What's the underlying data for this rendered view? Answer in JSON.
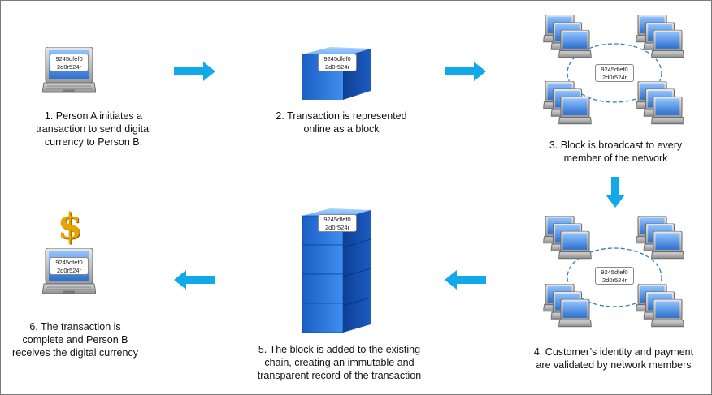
{
  "block_hash": {
    "line1": "9245dfef0",
    "line2": "2d0r524r"
  },
  "steps": [
    {
      "caption": "1. Person A initiates a\ntransaction to send digital\ncurrency to Person B."
    },
    {
      "caption": "2. Transaction is represented\nonline as a block"
    },
    {
      "caption": "3. Block is broadcast to every\nmember of the network"
    },
    {
      "caption": "4. Customer’s identity and payment\nare validated by network members"
    },
    {
      "caption": "5. The block is added to the existing\nchain, creating an immutable and\ntransparent record of the transaction"
    },
    {
      "caption": "6. The transaction is\ncomplete and Person B\nreceives the digital currency"
    }
  ],
  "colors": {
    "arrow": "#12a9ea",
    "block": "#1f6fd6",
    "screen": "#3b7fd4"
  },
  "icons": {
    "dollar": "$"
  }
}
